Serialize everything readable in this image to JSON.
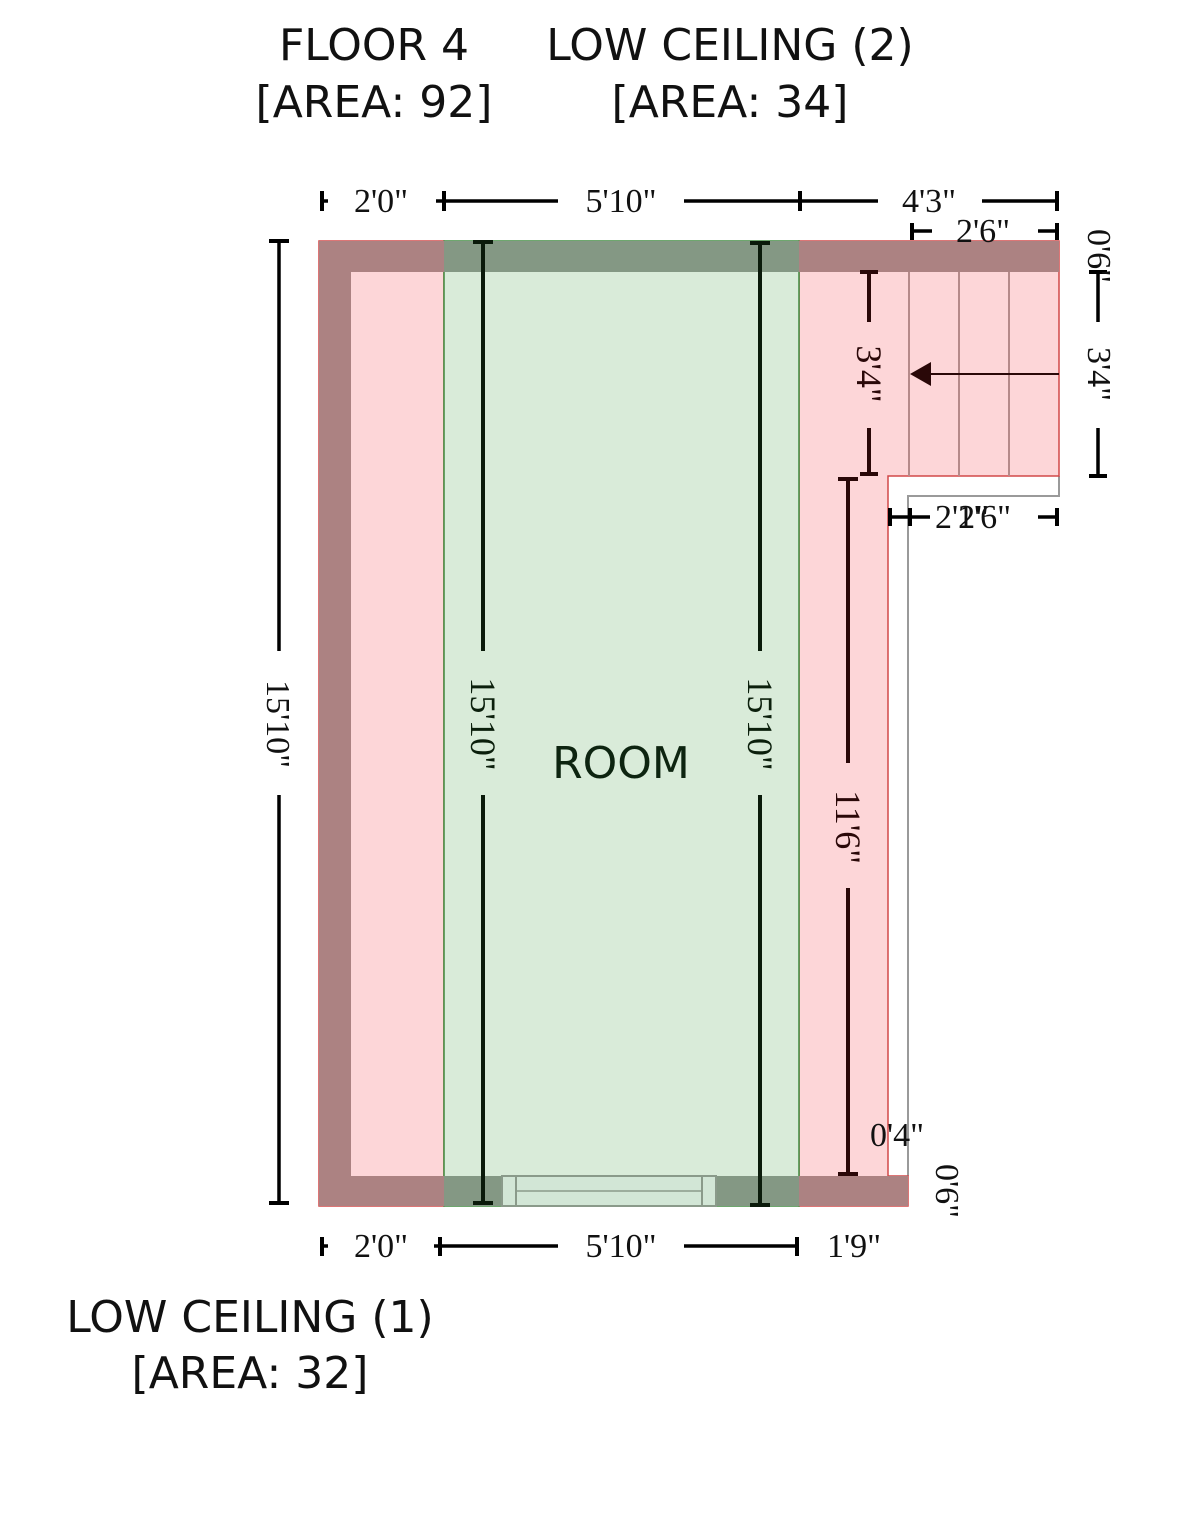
{
  "headers": {
    "floor": {
      "name": "FLOOR 4",
      "area": "[AREA: 92]"
    },
    "low_ceiling_2": {
      "name": "LOW CEILING (2)",
      "area": "[AREA: 34]"
    },
    "low_ceiling_1": {
      "name": "LOW CEILING (1)",
      "area": "[AREA: 32]"
    }
  },
  "room": {
    "name": "ROOM"
  },
  "dimensions": {
    "top_left": "2'0\"",
    "top_mid": "5'10\"",
    "top_right": "4'3\"",
    "stair_width": "2'6\"",
    "stair_top_offset": "0'6\"",
    "stair_depth_left": "3'4\"",
    "stair_depth_right": "3'4\"",
    "under_stair_a": "2'2\"",
    "under_stair_b": "1'6\"",
    "left_height": "15'10\"",
    "room_left_height": "15'10\"",
    "room_right_height": "15'10\"",
    "right_height": "11'6\"",
    "right_inset": "0'4\"",
    "bottom_right_offset": "0'6\"",
    "bottom_left": "2'0\"",
    "bottom_mid": "5'10\"",
    "bottom_right": "1'9\""
  },
  "colors": {
    "low_ceiling_fill": "#fdd6d8",
    "low_ceiling_border": "#d24848",
    "room_fill": "#d9ebd9",
    "room_border": "#3e8a3e",
    "wall_low_ceiling": "#ac8282",
    "wall_room": "#849884"
  }
}
